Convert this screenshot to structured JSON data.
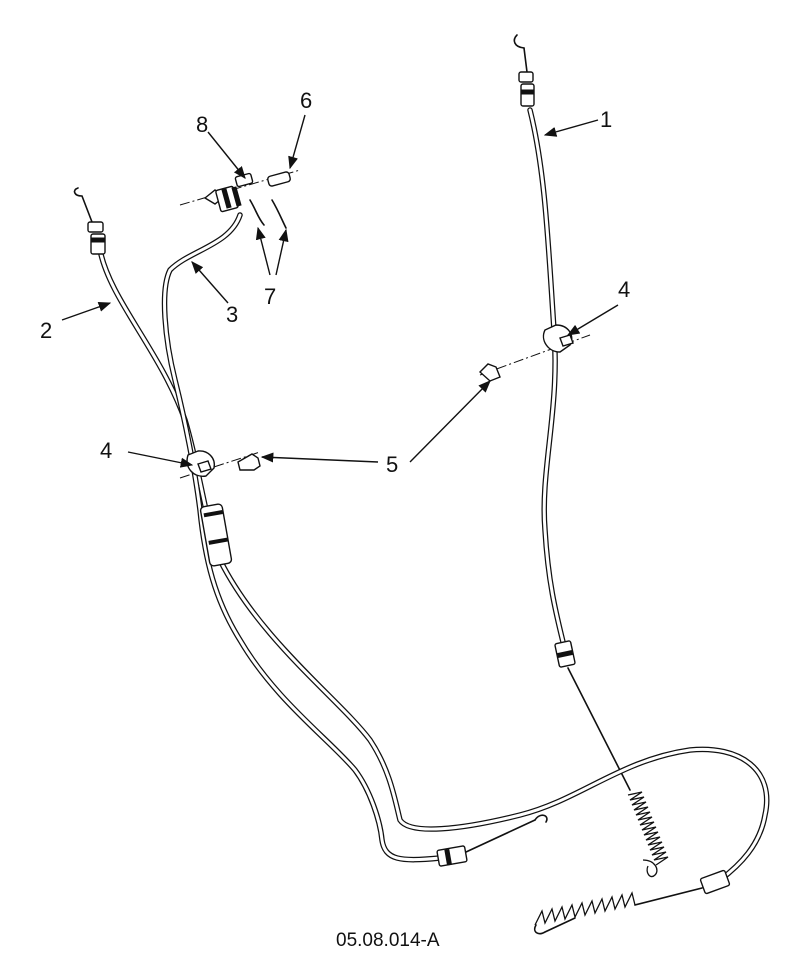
{
  "callouts": [
    "1",
    "2",
    "3",
    "4",
    "4",
    "5",
    "6",
    "7",
    "8"
  ],
  "figure_code": "05.08.014-A"
}
